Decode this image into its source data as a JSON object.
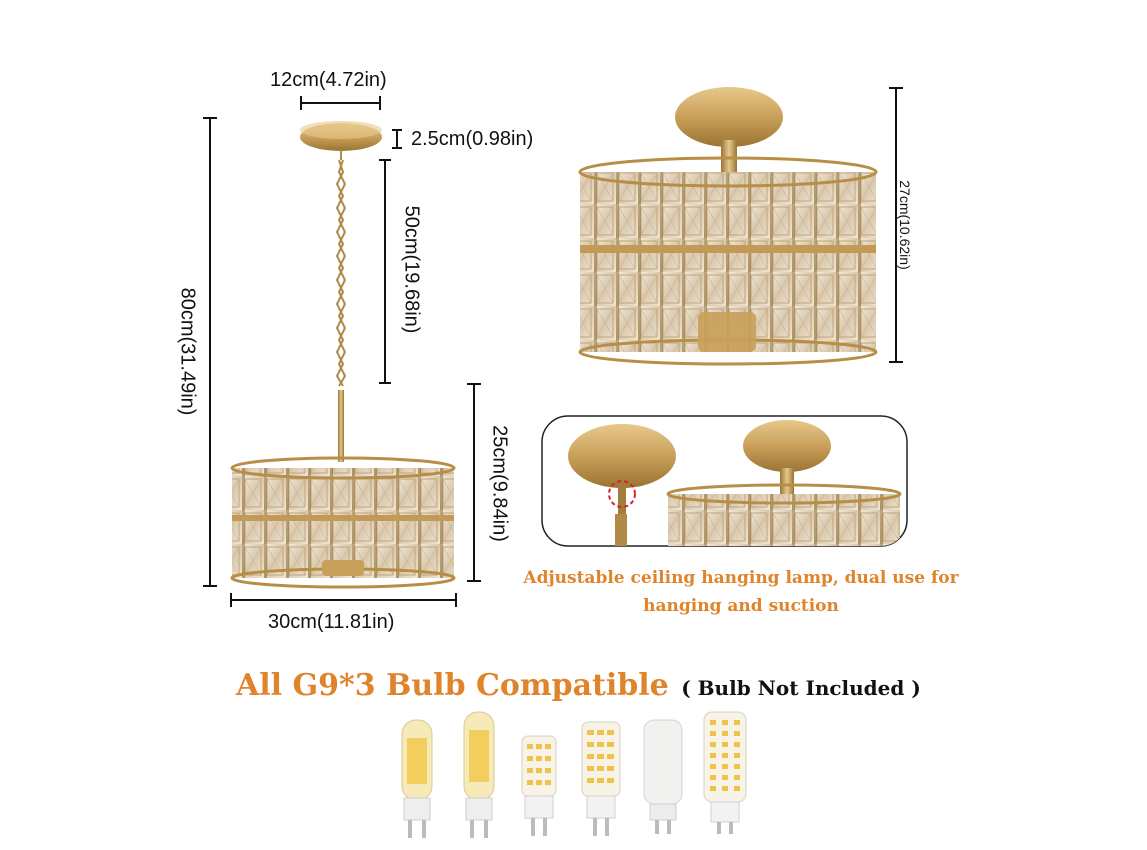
{
  "dimensions": {
    "canopy_width": "12cm(4.72in)",
    "canopy_height": "2.5cm(0.98in)",
    "chain_length": "50cm(19.68in)",
    "total_height": "80cm(31.49in)",
    "shade_height": "25cm(9.84in)",
    "shade_width": "30cm(11.81in)",
    "semi_flush_height": "27cm(10.62in)"
  },
  "caption": {
    "line1": "Adjustable ceiling hanging lamp, dual use for",
    "line2": "hanging and suction"
  },
  "headline": {
    "title": "All G9*3 Bulb Compatible",
    "note": "( Bulb Not Included )"
  },
  "colors": {
    "gold": "#c9a05a",
    "gold_dark": "#9a7433",
    "accent_orange": "#e0842c",
    "highlight_red": "#d9231f"
  },
  "bulbs": [
    {
      "icon": "g9-halogen-bulb-icon"
    },
    {
      "icon": "g9-halogen-bulb-icon"
    },
    {
      "icon": "g9-led-bulb-icon"
    },
    {
      "icon": "g9-led-bulb-icon"
    },
    {
      "icon": "g9-frosted-led-bulb-icon"
    },
    {
      "icon": "g9-led-bulb-icon"
    }
  ]
}
